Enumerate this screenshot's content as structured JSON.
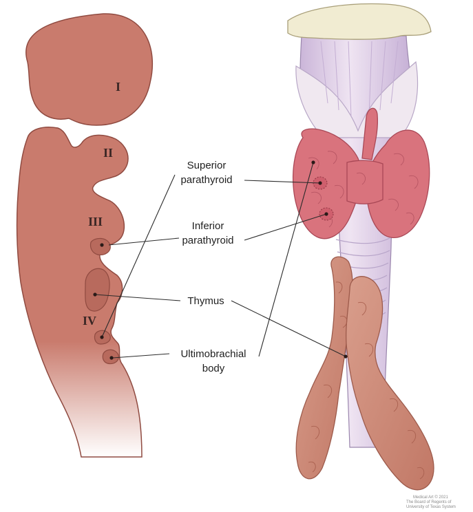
{
  "pharyngeal_arches": [
    "I",
    "II",
    "III",
    "IV"
  ],
  "labels": {
    "superior_parathyroid": [
      "Superior",
      "parathyroid"
    ],
    "inferior_parathyroid": [
      "Inferior",
      "parathyroid"
    ],
    "thymus": "Thymus",
    "ultimobrachial_body": [
      "Ultimobrachial",
      "body"
    ]
  },
  "credit": [
    "Medical Art © 2021",
    "The Board of Regents of",
    "University of Texas System"
  ],
  "colors": {
    "embryo": "#c97b6d",
    "embryo_outline": "#8f4a40",
    "thyroid": "#d9737d",
    "thymus": "#d29281",
    "trachea": "#e6d8ea",
    "cartilage_top": "#f1ecd2"
  }
}
